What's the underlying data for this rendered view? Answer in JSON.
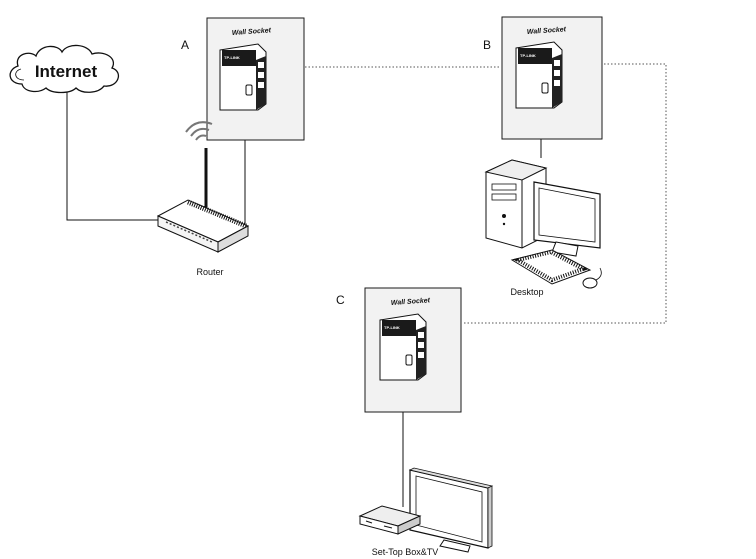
{
  "cloud": {
    "label": "Internet"
  },
  "sockets": [
    {
      "id": "A",
      "marker": "A",
      "label": "Wall Socket",
      "brand": "TP-LINK"
    },
    {
      "id": "B",
      "marker": "B",
      "label": "Wall Socket",
      "brand": "TP-LINK"
    },
    {
      "id": "C",
      "marker": "C",
      "label": "Wall Socket",
      "brand": "TP-LINK"
    }
  ],
  "devices": {
    "router": {
      "label": "Router"
    },
    "desktop": {
      "label": "Desktop"
    },
    "stb_tv": {
      "label": "Set-Top Box&TV"
    }
  },
  "colors": {
    "line": "#111111",
    "wall": "#f2f2f2",
    "stroke": "#1a1a1a",
    "dotted": "#555555"
  }
}
